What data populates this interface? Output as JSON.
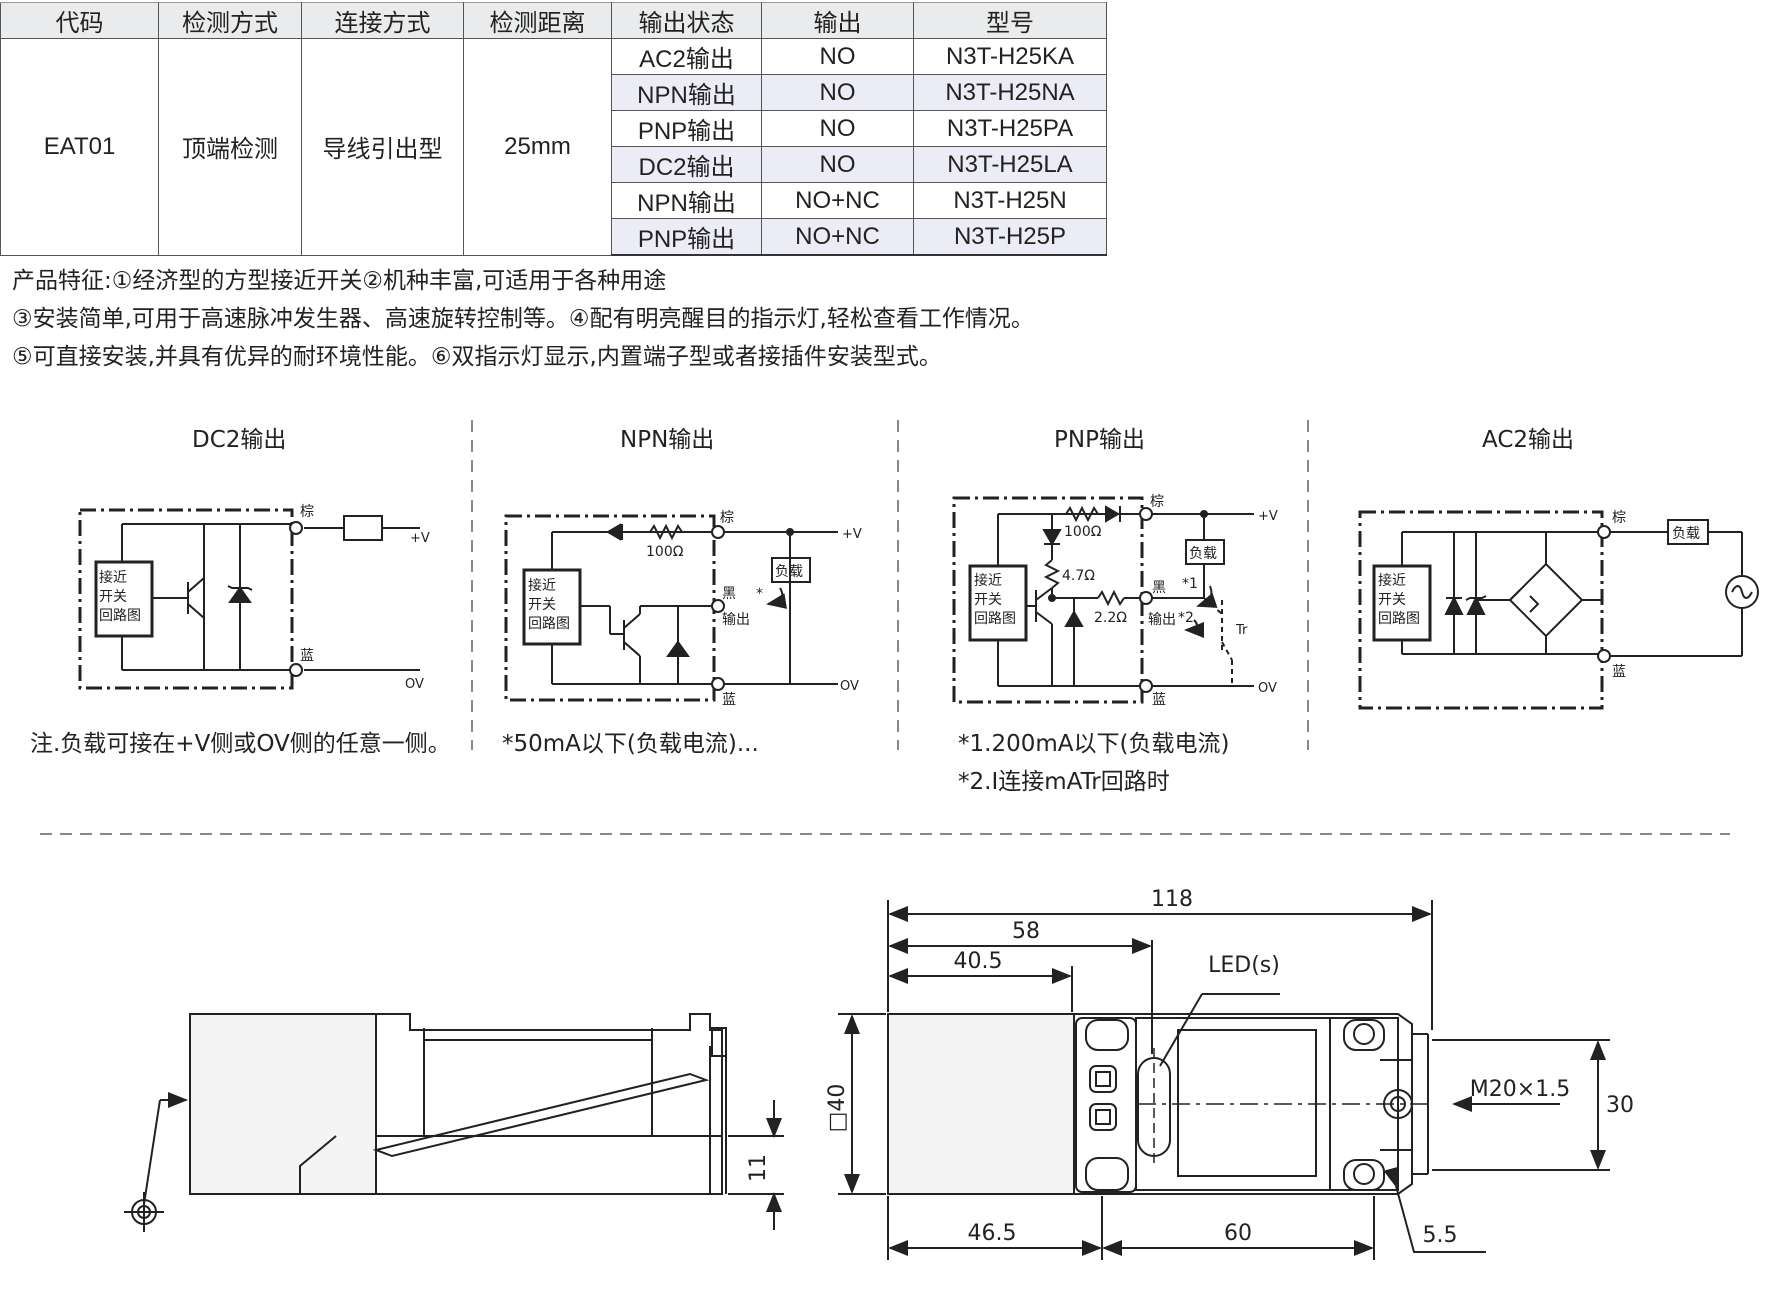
{
  "table": {
    "headers": [
      "代码",
      "检测方式",
      "连接方式",
      "检测距离",
      "输出状态",
      "输出",
      "型号"
    ],
    "code": "EAT01",
    "method": "顶端检测",
    "connection": "导线引出型",
    "distance": "25mm",
    "rows": [
      {
        "state": "AC2输出",
        "output": "NO",
        "model": "N3T-H25KA"
      },
      {
        "state": "NPN输出",
        "output": "NO",
        "model": "N3T-H25NA"
      },
      {
        "state": "PNP输出",
        "output": "NO",
        "model": "N3T-H25PA"
      },
      {
        "state": "DC2输出",
        "output": "NO",
        "model": "N3T-H25LA"
      },
      {
        "state": "NPN输出",
        "output": "NO+NC",
        "model": "N3T-H25N"
      },
      {
        "state": "PNP输出",
        "output": "NO+NC",
        "model": "N3T-H25P"
      }
    ]
  },
  "features": [
    "产品特征:①经济型的方型接近开关②机种丰富,可适用于各种用途",
    "③安装简单,可用于高速脉冲发生器、高速旋转控制等。④配有明亮醒目的指示灯,轻松查看工作情况。",
    "⑤可直接安装,并具有优异的耐环境性能。⑥双指示灯显示,内置端子型或者接插件安装型式。"
  ],
  "diagrams": {
    "dc2": {
      "title": "DC2输出",
      "note": "注.负载可接在+V侧或OV侧的任意一侧。"
    },
    "npn": {
      "title": "NPN输出",
      "note": "*50mA以下(负载电流)..."
    },
    "pnp": {
      "title": "PNP输出",
      "note1": "*1.200mA以下(负载电流)",
      "note2": "*2.I连接mATr回路时"
    },
    "ac2": {
      "title": "AC2输出"
    }
  },
  "labels": {
    "circuit_l1": "接近",
    "circuit_l2": "开关",
    "circuit_l3": "回路图",
    "brown": "棕",
    "blue": "蓝",
    "black": "黑",
    "output": "输出",
    "pv": "+V",
    "ov": "OV",
    "load": "负载",
    "r100": "100Ω",
    "r47": "4.7Ω",
    "r22": "2.2Ω",
    "star": "*",
    "star1": "*1",
    "star2": "*2",
    "tr": "Tr"
  },
  "dimensions": {
    "d118": "118",
    "d58": "58",
    "d405": "40.5",
    "leds": "LED(s)",
    "sq40": "□40",
    "d11": "11",
    "d465": "46.5",
    "d60": "60",
    "thread": "M20×1.5",
    "d30": "30",
    "d55": "5.5"
  },
  "colors": {
    "header_bg": "#e9ebec",
    "shade_row": "#ebecf6",
    "line": "#222222"
  }
}
